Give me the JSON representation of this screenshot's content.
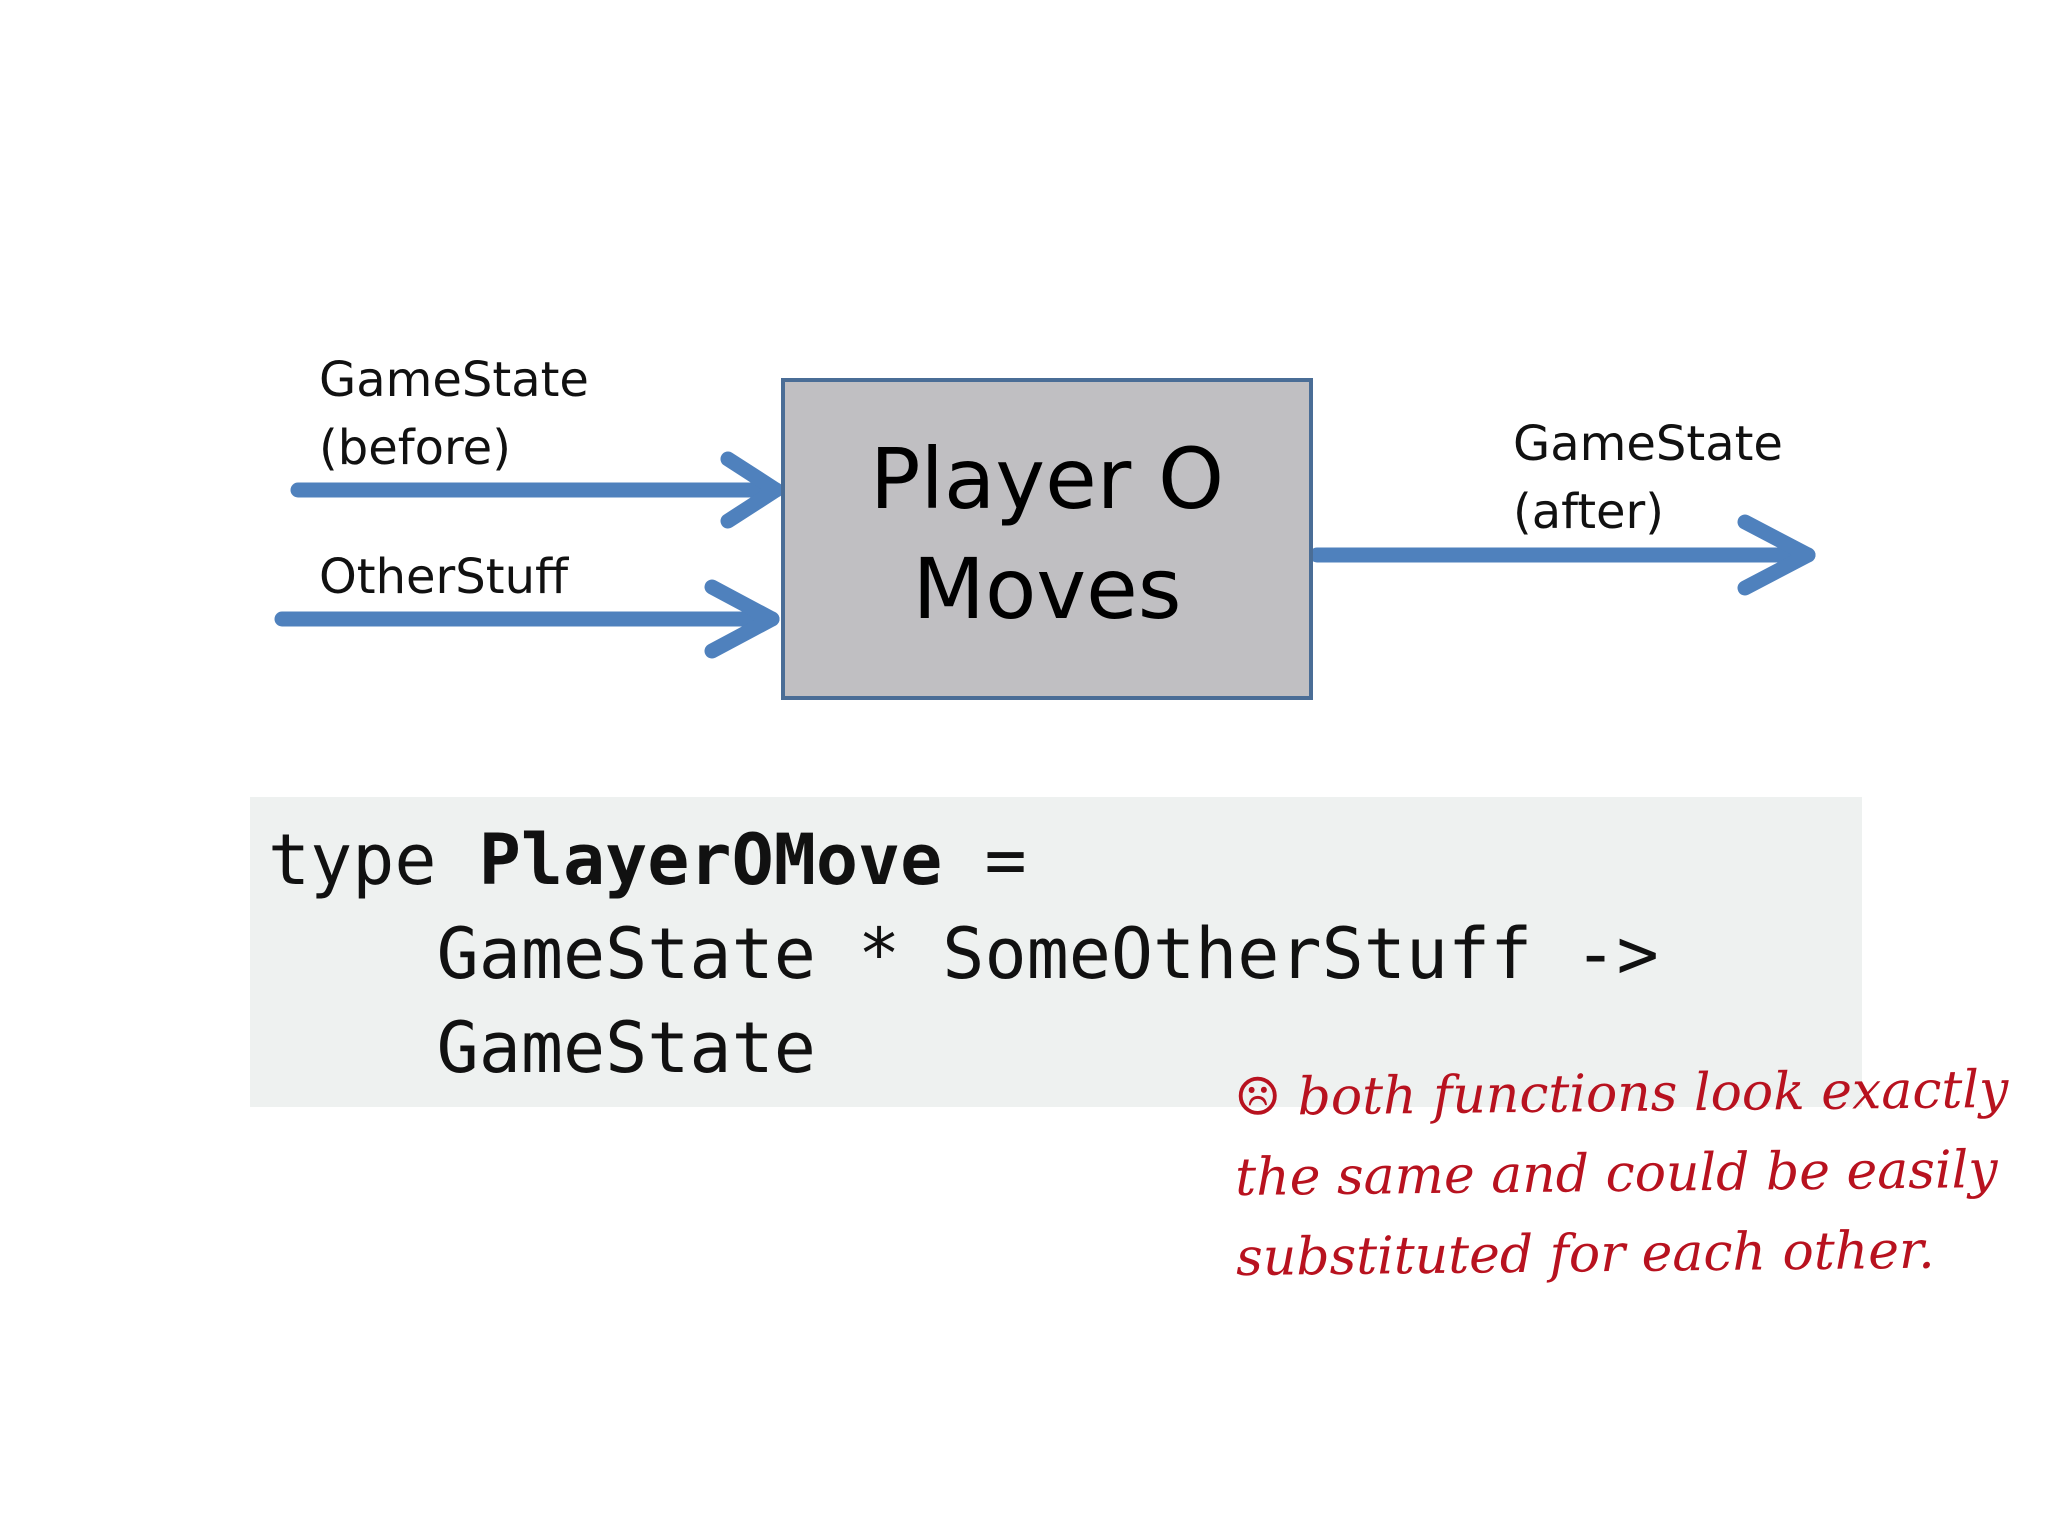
{
  "diagram": {
    "inputs": [
      {
        "label_line1": "GameState",
        "label_line2": "(before)"
      },
      {
        "label_line1": "OtherStuff"
      }
    ],
    "process": {
      "line1": "Player O",
      "line2": "Moves"
    },
    "output": {
      "label_line1": "GameState",
      "label_line2": "(after)"
    },
    "arrow_color": "#4f81bd",
    "box_fill": "#c0bfc2",
    "box_border": "#4a6d96"
  },
  "code": {
    "keyword": "type ",
    "type_name": "PlayerOMove",
    "equals": " =",
    "line2": "    GameState * SomeOtherStuff ->",
    "line3": "    GameState",
    "background": "#eef1f0"
  },
  "note": {
    "icon": "sad-face-icon",
    "line1": "☹ both functions look exactly",
    "line2": "the same and could be easily",
    "line3": "substituted for each other.",
    "color": "#b8121f"
  }
}
